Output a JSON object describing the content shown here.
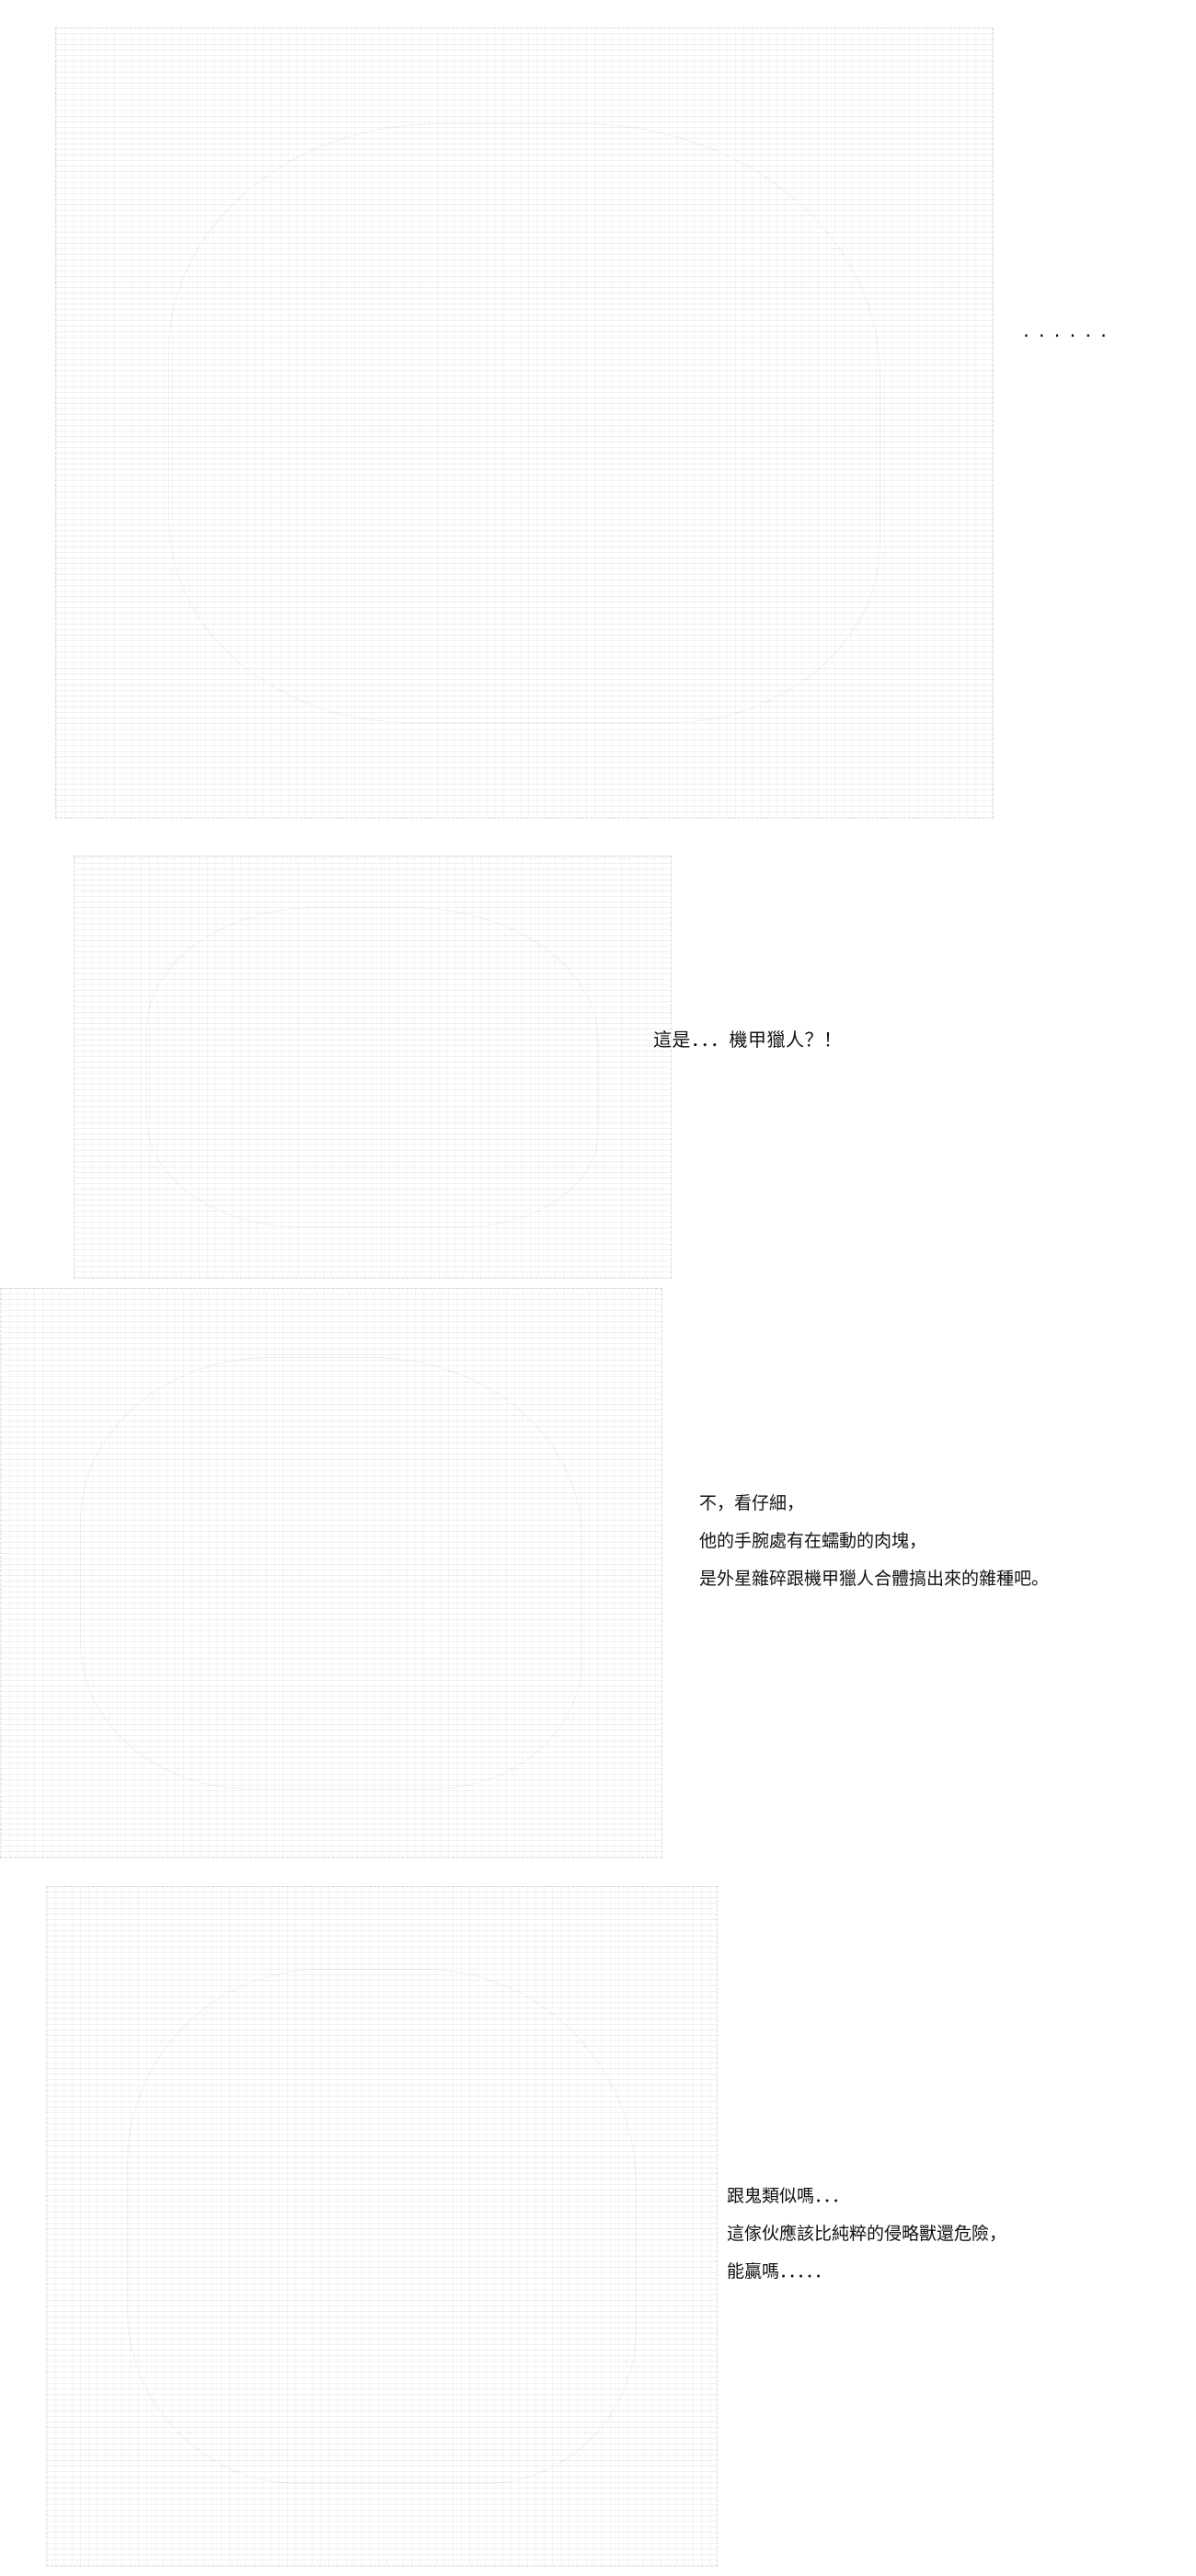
{
  "panels": [
    {
      "id": "panel-1",
      "caption": "......"
    },
    {
      "id": "panel-2",
      "caption": "這是．．．機甲獵人？！"
    },
    {
      "id": "panel-3",
      "lines": [
        "不，看仔細，",
        "他的手腕處有在蠕動的肉塊，",
        "是外星雜碎跟機甲獵人合體搞出來的雜種吧。"
      ]
    },
    {
      "id": "panel-4",
      "lines": [
        "跟鬼類似嗎．．．",
        "這傢伙應該比純粹的侵略獸還危險，",
        "能贏嗎．．．．．"
      ]
    }
  ]
}
